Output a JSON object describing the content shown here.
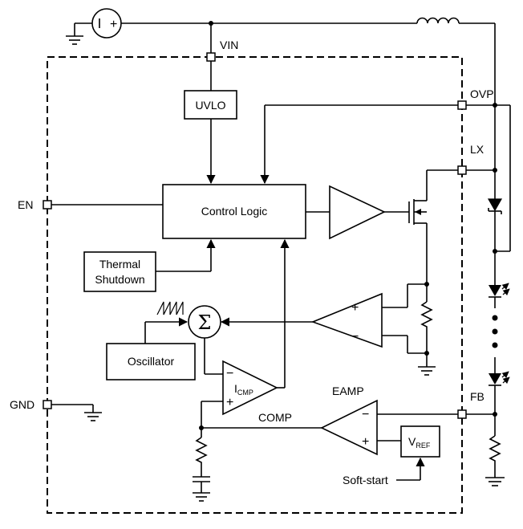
{
  "pins": {
    "vin": "VIN",
    "ovp": "OVP",
    "lx": "LX",
    "en": "EN",
    "gnd": "GND",
    "fb": "FB"
  },
  "blocks": {
    "uvlo": "UVLO",
    "control_logic": "Control Logic",
    "thermal_line1": "Thermal",
    "thermal_line2": "Shutdown",
    "oscillator": "Oscillator",
    "sigma": "Σ",
    "icmp_main": "I",
    "icmp_sub": "CMP",
    "eamp": "EAMP",
    "comp": "COMP",
    "vref_main": "V",
    "vref_sub": "REF",
    "soft_start": "Soft-start"
  },
  "signs": {
    "minus": "−",
    "plus": "+",
    "source_i": "I"
  }
}
